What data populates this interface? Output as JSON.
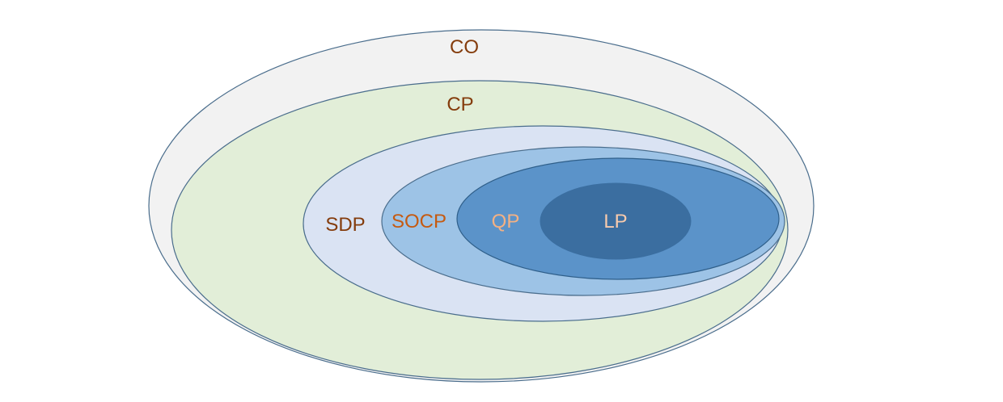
{
  "diagram": {
    "sets": [
      {
        "id": "co",
        "label": "CO",
        "fill": "#f2f2f2",
        "stroke": "#4a6d8c",
        "label_color": "#843c0c"
      },
      {
        "id": "cp",
        "label": "CP",
        "fill": "#e2eed8",
        "stroke": "#4a6d8c",
        "label_color": "#843c0c"
      },
      {
        "id": "sdp",
        "label": "SDP",
        "fill": "#dae3f3",
        "stroke": "#4a6d8c",
        "label_color": "#843c0c"
      },
      {
        "id": "socp",
        "label": "SOCP",
        "fill": "#9dc3e6",
        "stroke": "#4a6d8c",
        "label_color": "#c55a11"
      },
      {
        "id": "qp",
        "label": "QP",
        "fill": "#5b93c9",
        "stroke": "#2f5f8a",
        "label_color": "#f4b183"
      },
      {
        "id": "lp",
        "label": "LP",
        "fill": "#3b6ea0",
        "stroke": "#3b6ea0",
        "label_color": "#f8cbad"
      }
    ]
  }
}
